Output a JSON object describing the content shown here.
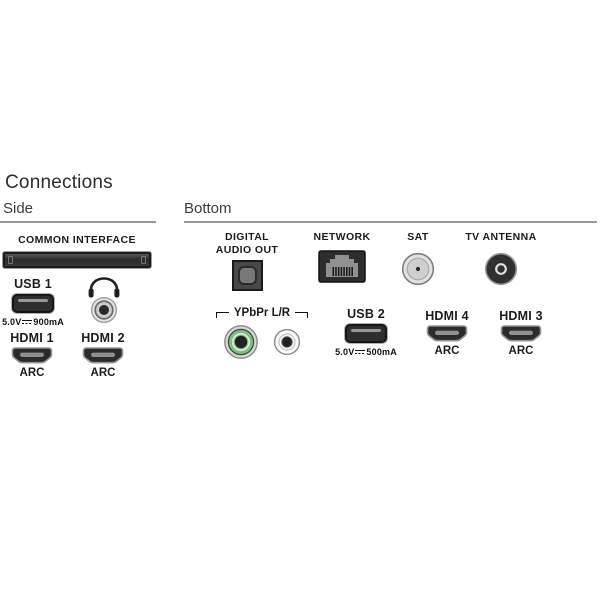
{
  "title": "Connections",
  "side": {
    "heading": "Side",
    "common_interface": {
      "label": "COMMON INTERFACE"
    },
    "usb1": {
      "label": "USB 1",
      "power_volts": "5.0V",
      "power_current": "900mA"
    },
    "hdmi1": {
      "label": "HDMI 1",
      "feature": "ARC"
    },
    "hdmi2": {
      "label": "HDMI 2",
      "feature": "ARC"
    }
  },
  "bottom": {
    "heading": "Bottom",
    "digital_audio_out": {
      "line1": "DIGITAL",
      "line2": "AUDIO OUT"
    },
    "network": {
      "label": "NETWORK"
    },
    "sat": {
      "label": "SAT"
    },
    "tv_antenna": {
      "label": "TV ANTENNA"
    },
    "ypbpr": {
      "label": "YPbPr L/R"
    },
    "usb2": {
      "label": "USB 2",
      "power_volts": "5.0V",
      "power_current": "500mA"
    },
    "hdmi4": {
      "label": "HDMI 4",
      "feature": "ARC"
    },
    "hdmi3": {
      "label": "HDMI 3",
      "feature": "ARC"
    }
  },
  "icons": {
    "common_interface_slot": "ci-card-slot-icon",
    "usb_port": "usb-port-icon",
    "headphones": "headphones-icon",
    "audio_jack": "audio-jack-icon",
    "hdmi_port": "hdmi-port-icon",
    "optical_out": "optical-audio-port-icon",
    "ethernet": "ethernet-port-icon",
    "sat_connector": "sat-coax-connector-icon",
    "antenna_connector": "antenna-coax-connector-icon",
    "rca_green": "rca-jack-green-icon",
    "rca_white": "rca-jack-white-icon",
    "dc_symbol": "dc-power-symbol-icon"
  },
  "colors": {
    "text": "#1c1c1c",
    "heading_rule": "#999999",
    "port_dark": "#2e2e2e",
    "port_metal": "#969696",
    "rca_green": "#7cc07f"
  }
}
